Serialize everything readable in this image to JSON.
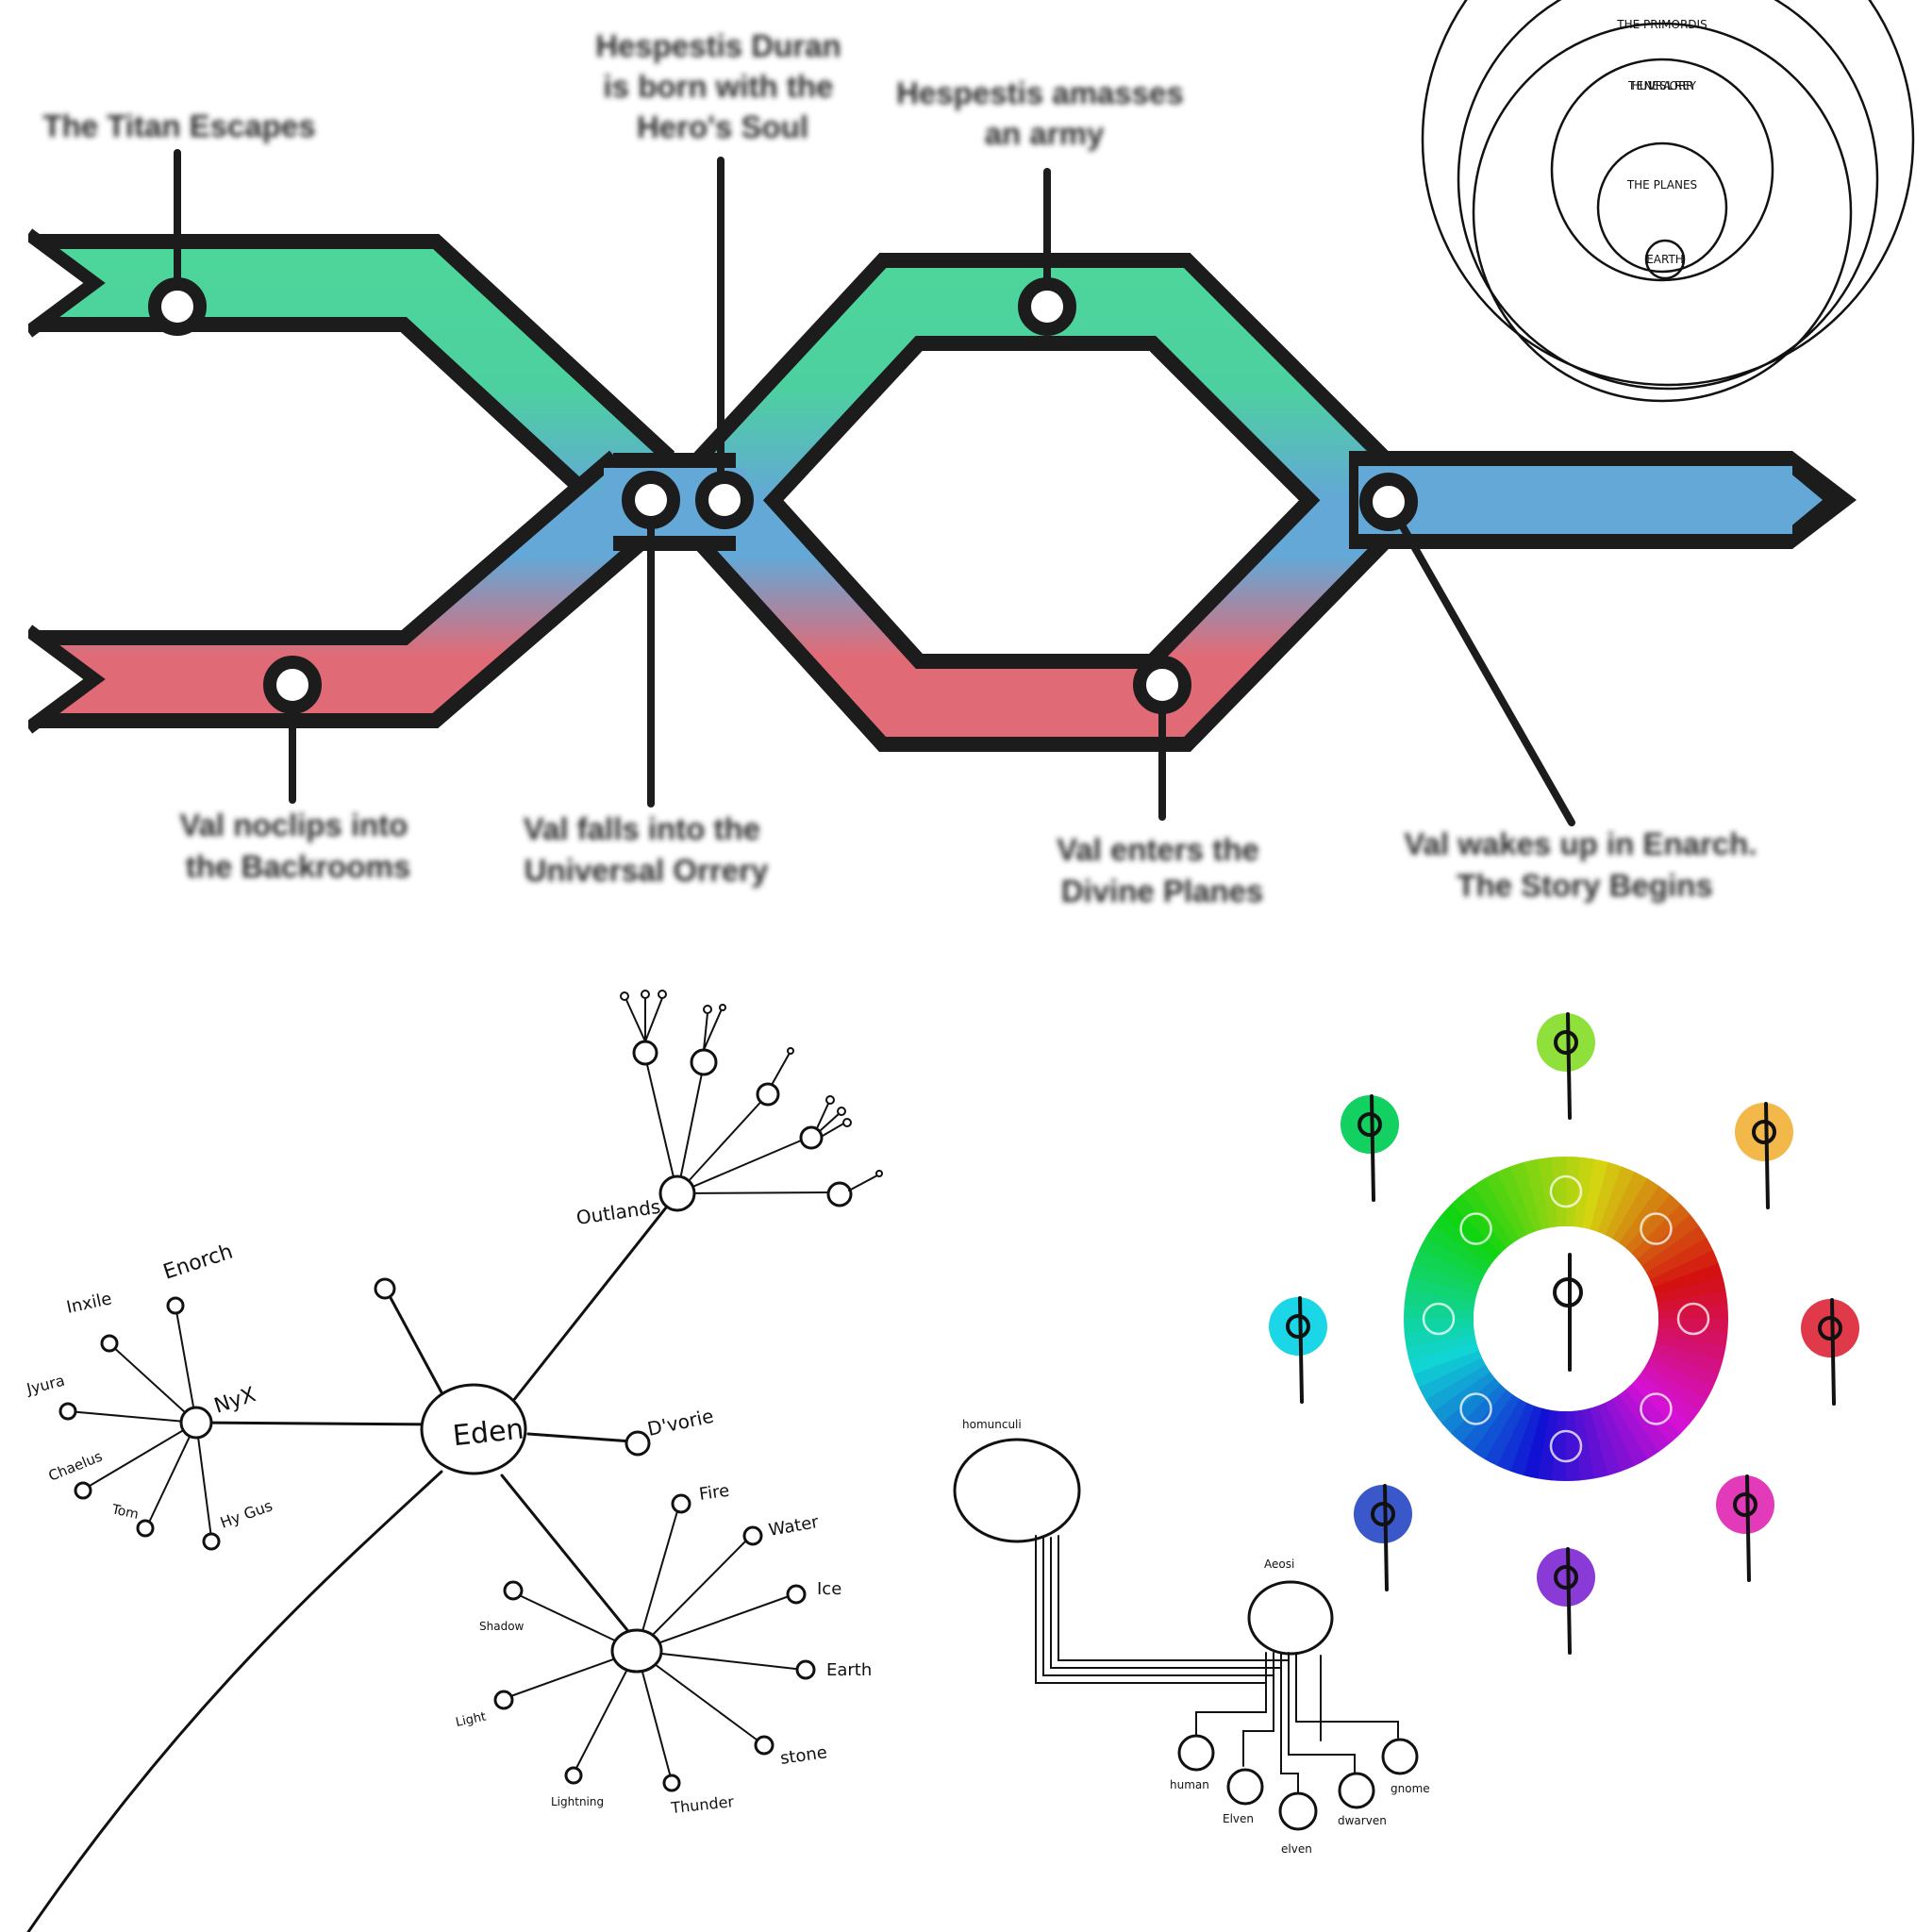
{
  "timeline": {
    "events": [
      {
        "lines": [
          "The Titan Escapes"
        ]
      },
      {
        "lines": [
          "Hespestis Duran",
          "is born with the",
          "Hero's Soul"
        ]
      },
      {
        "lines": [
          "Hespestis amasses",
          "an army"
        ]
      },
      {
        "lines": [
          "Val noclips into",
          "the Backrooms"
        ]
      },
      {
        "lines": [
          "Val falls into the",
          "Universal Orrery"
        ]
      },
      {
        "lines": [
          "Val enters the",
          "Divine Planes"
        ]
      },
      {
        "lines": [
          "Val wakes up in Enarch.",
          "The Story Begins"
        ]
      }
    ],
    "colors": {
      "top": "#4dd69a",
      "middle": "#63a8d6",
      "bottom": "#e06b76",
      "outline": "#1c1c1c"
    }
  },
  "cosmology": {
    "rings": [
      "THE PRIMORDIS",
      "THE UNIVERSAL ORRERY",
      "THE PLANES",
      "EARTH"
    ]
  },
  "world_tree": {
    "hub": "Eden",
    "nyx": {
      "name": "NyX",
      "leaves": [
        "Enorch",
        "Inxile",
        "Jyura",
        "Chaelus",
        "Tom",
        "Hy Gus"
      ]
    },
    "outlands": "Outlands",
    "dvorie": "D'vorie",
    "elements": [
      "Fire",
      "Water",
      "Ice",
      "Earth",
      "stone",
      "Thunder",
      "Lightning",
      "Light",
      "Shadow"
    ]
  },
  "lineage": {
    "roots": [
      "homunculi",
      "Aeosi"
    ],
    "children": [
      "human",
      "Elven",
      "elven",
      "dwarven",
      "gnome"
    ]
  },
  "color_wheel": {
    "swatches": [
      "#8fe03a",
      "#f2b84a",
      "#e0394a",
      "#e23ab8",
      "#8a3ad6",
      "#3a58c9",
      "#1ad6e6",
      "#12d160"
    ]
  }
}
